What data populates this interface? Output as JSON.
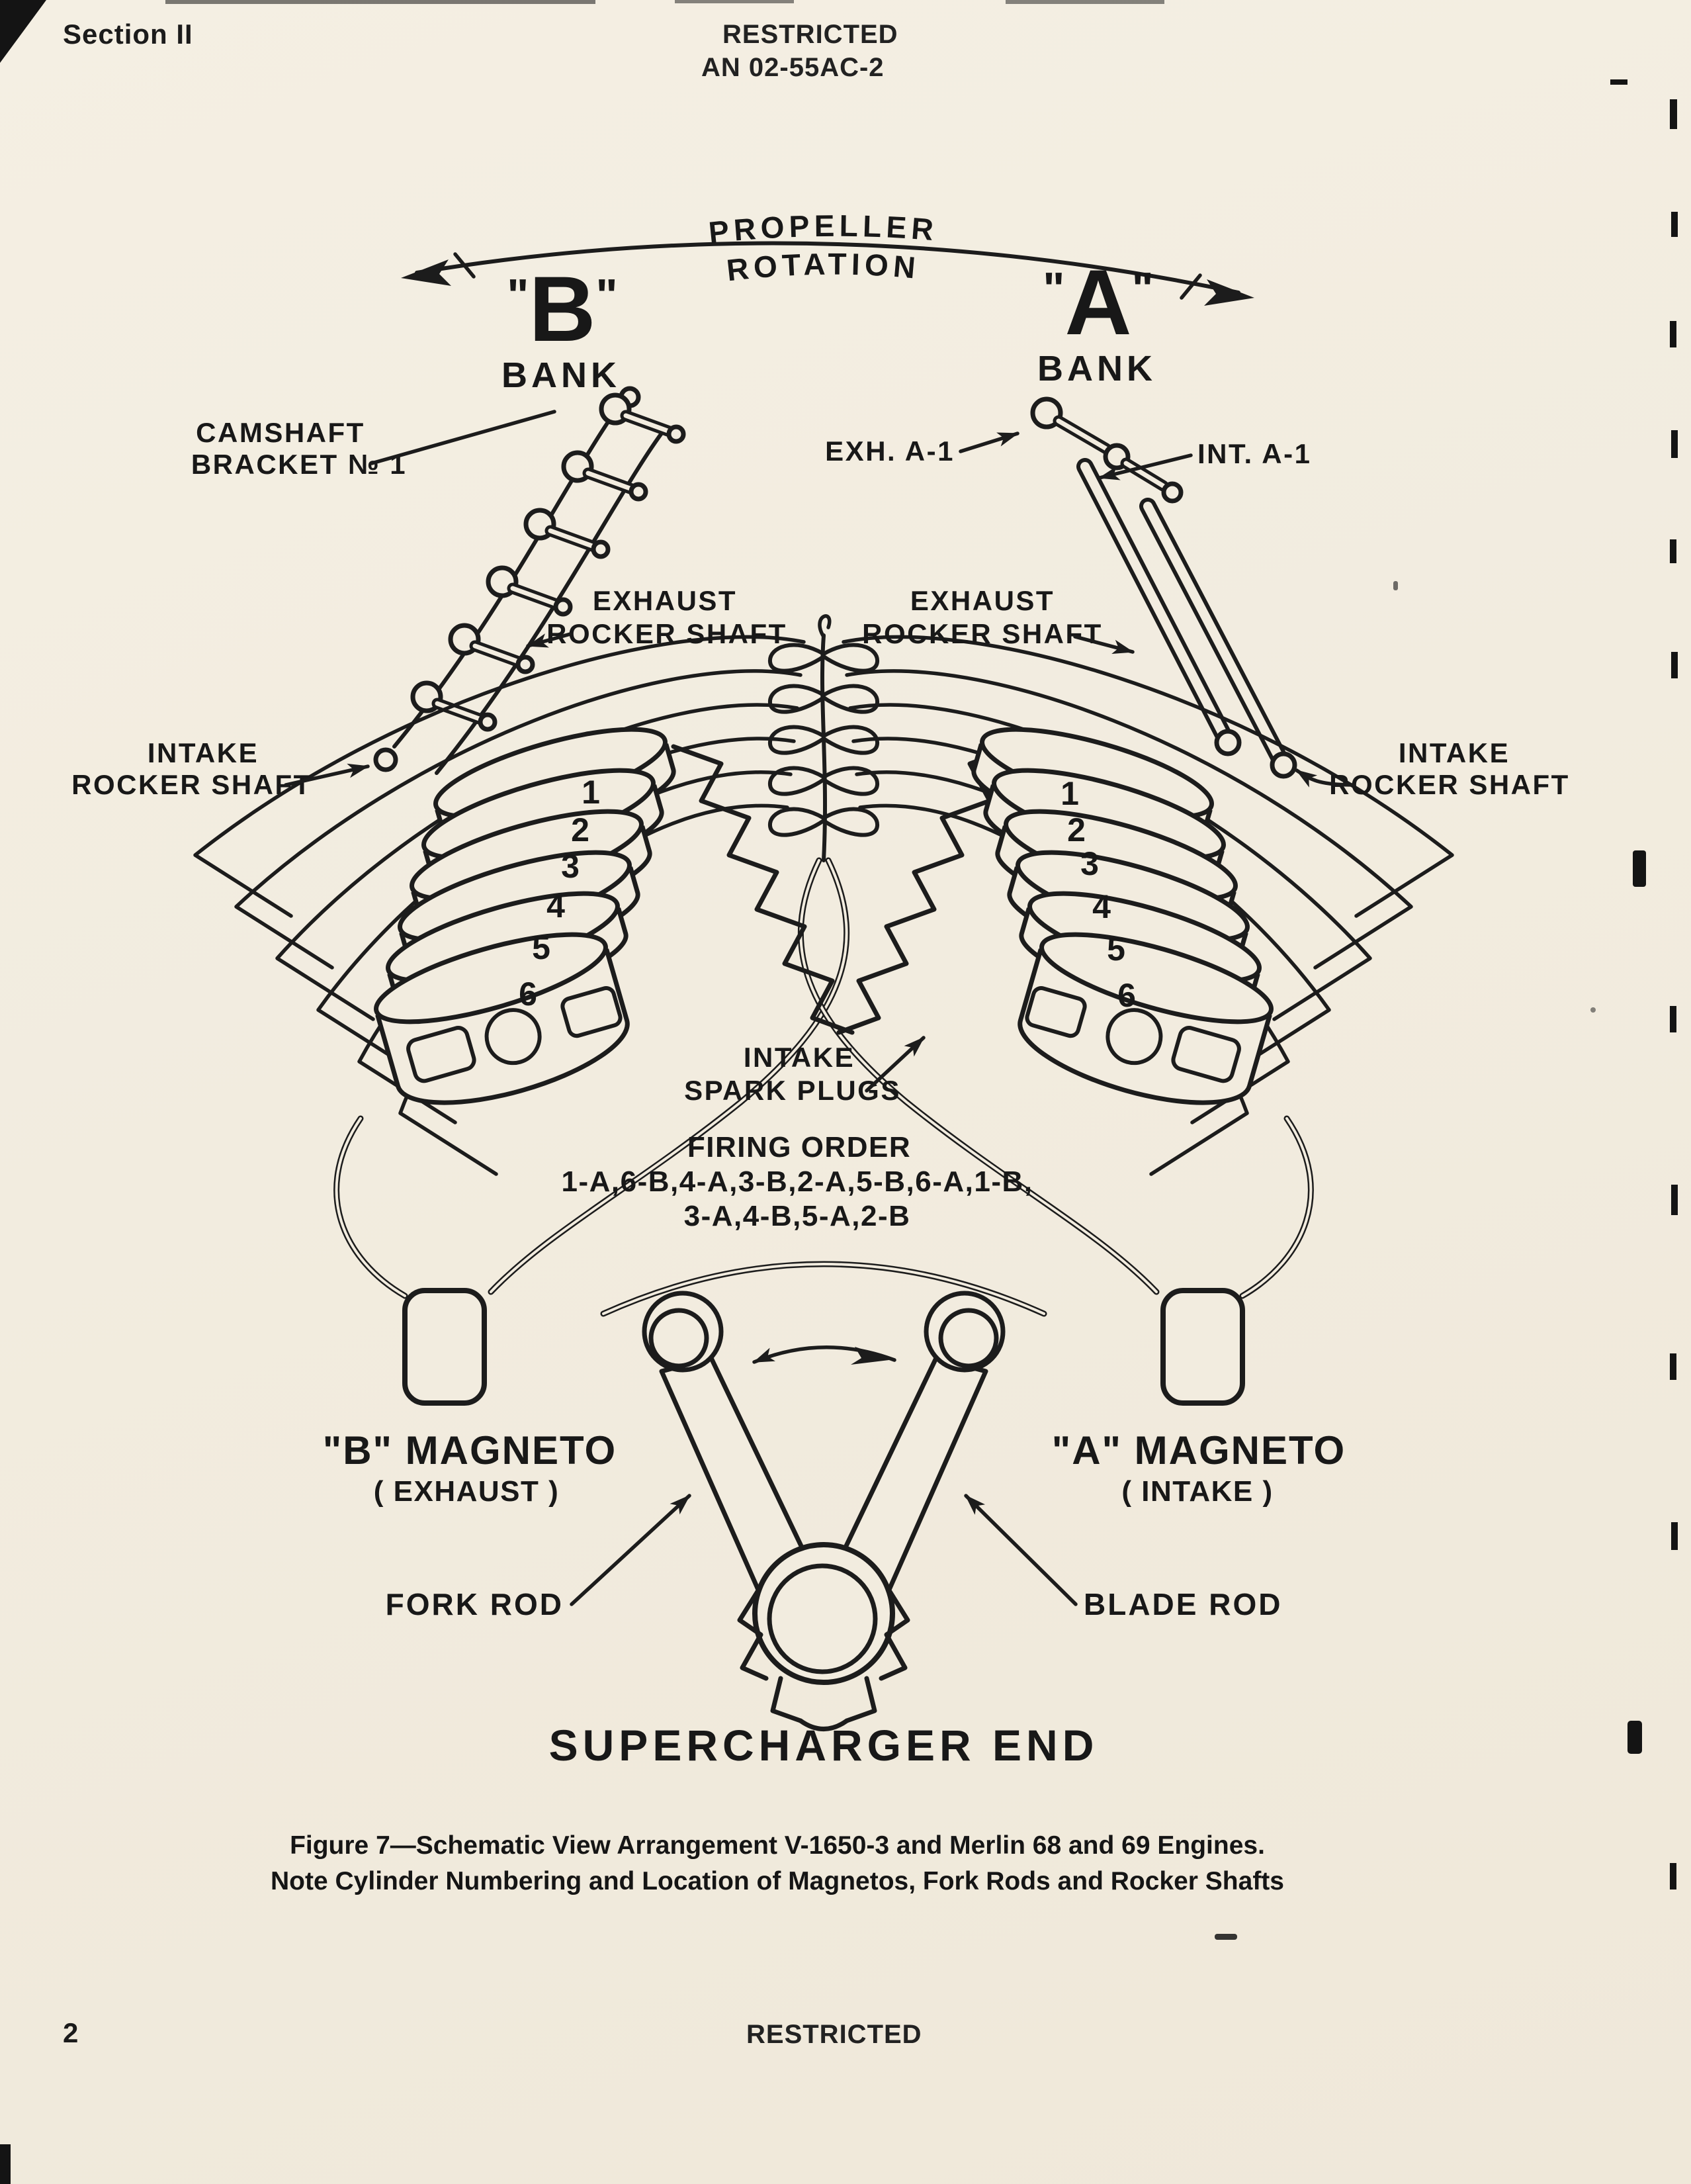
{
  "page": {
    "section": "Section II",
    "restricted_top": "RESTRICTED",
    "doc_number": "AN 02-55AC-2",
    "page_number": "2",
    "restricted_bottom": "RESTRICTED"
  },
  "diagram": {
    "propeller": {
      "arc_top": "PROPELLER",
      "arc_bottom": "ROTATION"
    },
    "bank_b": {
      "q": "\"",
      "letter": "B",
      "word": "BANK"
    },
    "bank_a": {
      "q": "\"",
      "letter": "A",
      "word": "BANK"
    },
    "camshaft_bracket": {
      "line1": "CAMSHAFT",
      "line2": "BRACKET № 1"
    },
    "exh_a1": "EXH. A-1",
    "int_a1": "INT. A-1",
    "exhaust_rocker_b": {
      "line1": "EXHAUST",
      "line2": "ROCKER SHAFT"
    },
    "exhaust_rocker_a": {
      "line1": "EXHAUST",
      "line2": "ROCKER SHAFT"
    },
    "intake_rocker_b": {
      "line1": "INTAKE",
      "line2": "ROCKER SHAFT"
    },
    "intake_rocker_a": {
      "line1": "INTAKE",
      "line2": "ROCKER SHAFT"
    },
    "cylinders_b": [
      "1",
      "2",
      "3",
      "4",
      "5",
      "6"
    ],
    "cylinders_a": [
      "1",
      "2",
      "3",
      "4",
      "5",
      "6"
    ],
    "intake_spark_plugs": {
      "line1": "INTAKE",
      "line2": "SPARK PLUGS"
    },
    "firing_order": {
      "title": "FIRING ORDER",
      "line1": "1-A,6-B,4-A,3-B,2-A,5-B,6-A,1-B,",
      "line2": "3-A,4-B,5-A,2-B"
    },
    "magneto_b": {
      "name": "\"B\" MAGNETO",
      "sub": "( EXHAUST )"
    },
    "magneto_a": {
      "name": "\"A\" MAGNETO",
      "sub": "( INTAKE )"
    },
    "fork_rod": "FORK ROD",
    "blade_rod": "BLADE ROD",
    "supercharger_end": "SUPERCHARGER END"
  },
  "caption": {
    "line1": "Figure 7—Schematic View Arrangement V-1650-3 and Merlin 68 and 69 Engines.",
    "line2": "Note Cylinder Numbering and Location of Magnetos, Fork Rods and Rocker Shafts"
  },
  "colors": {
    "paper": "#f2ecdf",
    "ink": "#1c1c1c"
  }
}
